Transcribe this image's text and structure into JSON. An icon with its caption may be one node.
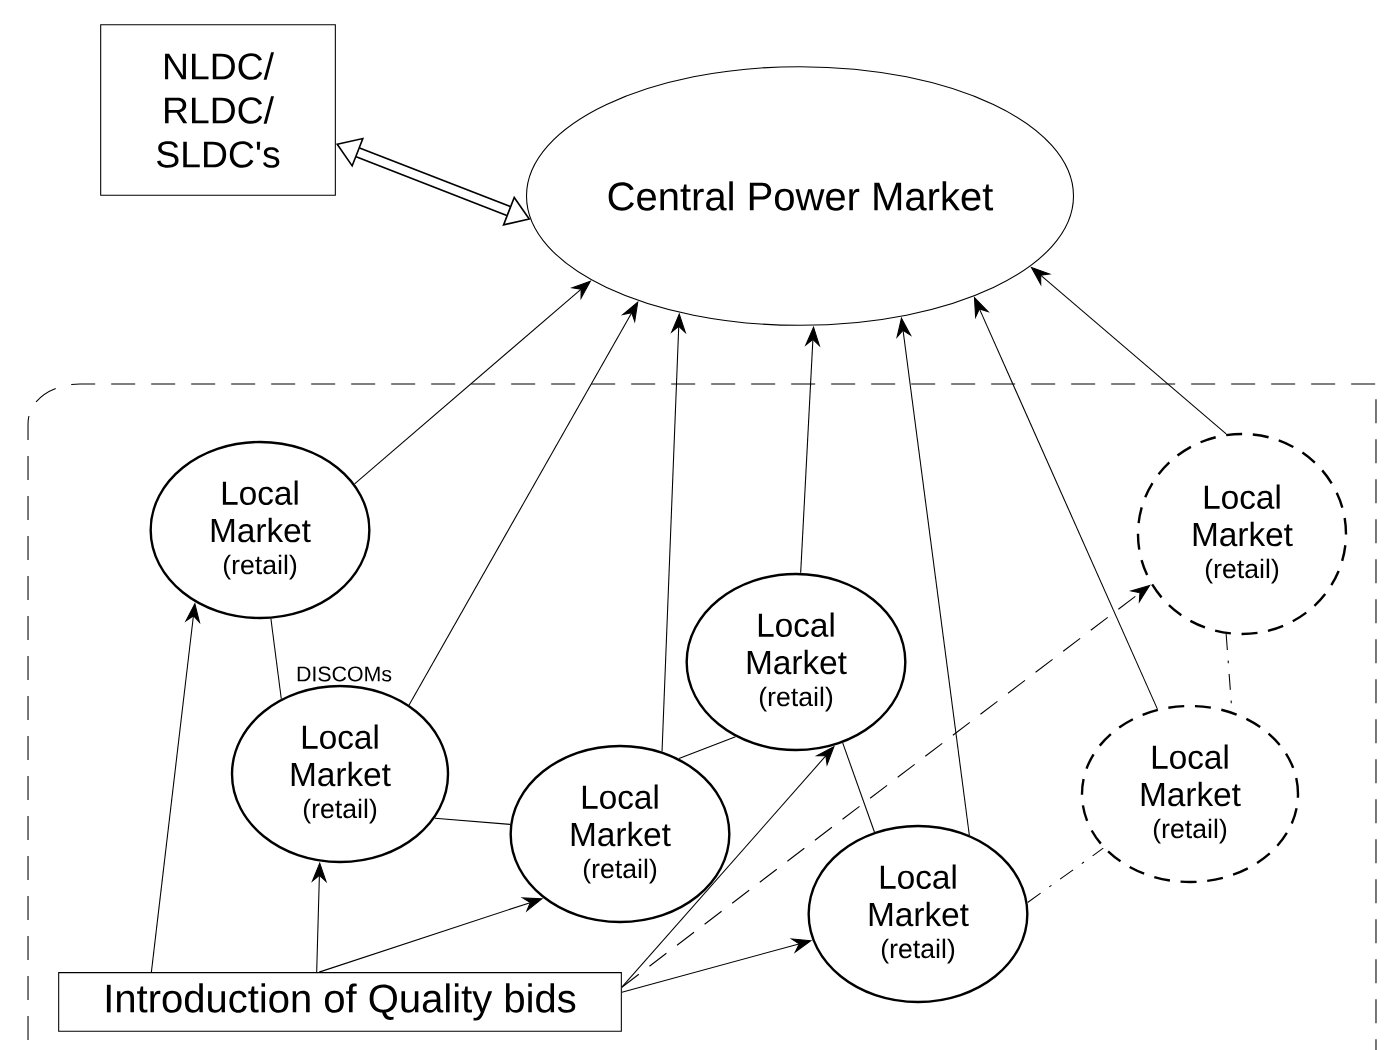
{
  "diagram": {
    "nodes": [
      {
        "text": [
          "NLDC/ RLDC/ SLDC's"
        ]
      },
      {
        "text": [
          "Central Power Market"
        ]
      },
      {
        "text": [
          "Local Market",
          "(retail)"
        ]
      },
      {
        "text": [
          "Local Market",
          "(retail)"
        ]
      },
      {
        "text": [
          "Local Market",
          "(retail)"
        ]
      },
      {
        "text": [
          "Local Market",
          "(retail)"
        ]
      },
      {
        "text": [
          "Local Market",
          "(retail)"
        ]
      },
      {
        "text": [
          "Local Market",
          "(retail)"
        ]
      },
      {
        "text": [
          "Local Market",
          "(retail)"
        ]
      },
      {
        "text": [
          "Introduction of Quality bids"
        ]
      }
    ],
    "edges": [
      {
        "from": 0,
        "to": 1,
        "arrow": "both",
        "style": "thick"
      },
      {
        "from": 2,
        "to": 1,
        "arrow": "to"
      },
      {
        "from": 3,
        "to": 1,
        "arrow": "to"
      },
      {
        "from": 4,
        "to": 1,
        "arrow": "to"
      },
      {
        "from": 5,
        "to": 1,
        "arrow": "to"
      },
      {
        "from": 6,
        "to": 1,
        "arrow": "to"
      },
      {
        "from": 8,
        "to": 1,
        "arrow": "to"
      },
      {
        "from": 7,
        "to": 1,
        "arrow": "to"
      },
      {
        "from": 2,
        "to": 3,
        "arrow": "none"
      },
      {
        "from": 3,
        "to": 4,
        "arrow": "none"
      },
      {
        "from": 4,
        "to": 5,
        "arrow": "none"
      },
      {
        "from": 5,
        "to": 6,
        "arrow": "none"
      },
      {
        "from": 7,
        "to": 8,
        "arrow": "none",
        "style": "dashed"
      },
      {
        "from": 6,
        "to": 8,
        "arrow": "none",
        "style": "dashed"
      },
      {
        "from": 9,
        "to": 2,
        "arrow": "to"
      },
      {
        "from": 9,
        "to": 3,
        "arrow": "to"
      },
      {
        "from": 9,
        "to": 4,
        "arrow": "to"
      },
      {
        "from": 9,
        "to": 5,
        "arrow": "to"
      },
      {
        "from": 9,
        "to": 6,
        "arrow": "to"
      },
      {
        "from": 9,
        "to": 7,
        "arrow": "to",
        "style": "dashed"
      }
    ],
    "labels": [
      "DISCOMs"
    ]
  }
}
